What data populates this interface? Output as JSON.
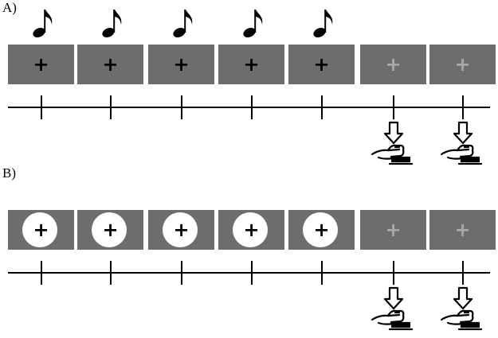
{
  "panels": [
    {
      "id": "a",
      "label": "A)",
      "stimulus": "tone",
      "frames": [
        {
          "type": "cue",
          "fixation": "+"
        },
        {
          "type": "cue",
          "fixation": "+"
        },
        {
          "type": "cue",
          "fixation": "+"
        },
        {
          "type": "cue",
          "fixation": "+"
        },
        {
          "type": "cue",
          "fixation": "+"
        },
        {
          "type": "response",
          "fixation": "+"
        },
        {
          "type": "response",
          "fixation": "+"
        }
      ]
    },
    {
      "id": "b",
      "label": "B)",
      "stimulus": "visual-circle",
      "frames": [
        {
          "type": "cue",
          "fixation": "+"
        },
        {
          "type": "cue",
          "fixation": "+"
        },
        {
          "type": "cue",
          "fixation": "+"
        },
        {
          "type": "cue",
          "fixation": "+"
        },
        {
          "type": "cue",
          "fixation": "+"
        },
        {
          "type": "response",
          "fixation": "+"
        },
        {
          "type": "response",
          "fixation": "+"
        }
      ]
    }
  ],
  "colors": {
    "frame": "#6f6d6c",
    "cue_cross": "#000000",
    "response_cross": "#a8a8a8",
    "circle": "#ffffff"
  },
  "icons": {
    "tone": "eighth-note-icon",
    "response": "finger-press-button-icon"
  }
}
